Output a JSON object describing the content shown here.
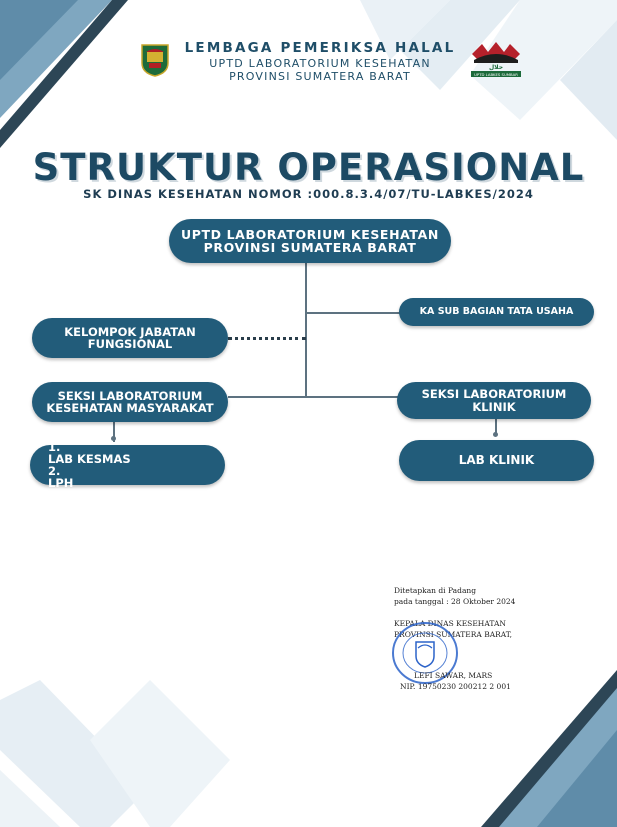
{
  "header": {
    "line1": "LEMBAGA PEMERIKSA HALAL",
    "line2": "UPTD LABORATORIUM KESEHATAN",
    "line3": "PROVINSI SUMATERA BARAT",
    "halal_logo_text": "UPTD LABKES SUMBAR"
  },
  "title": "STRUKTUR OPERASIONAL",
  "subtitle": "SK DINAS KESEHATAN NOMOR :000.8.3.4/07/TU-LABKES/2024",
  "org": {
    "top": {
      "line1": "UPTD LABORATORIUM KESEHATAN",
      "line2": "PROVINSI SUMATERA BARAT"
    },
    "tata_usaha": "KA SUB BAGIAN TATA USAHA",
    "fungsional": {
      "line1": "KELOMPOK JABATAN",
      "line2": "FUNGSIONAL"
    },
    "kesmas": {
      "line1": "SEKSI LABORATORIUM",
      "line2": "KESEHATAN MASYARAKAT"
    },
    "klinik": {
      "line1": "SEKSI LABORATORIUM",
      "line2": "KLINIK"
    },
    "kesmas_units": [
      "LAB KESMAS",
      "LPH"
    ],
    "lab_klinik": "LAB KLINIK"
  },
  "signature": {
    "line1": "Ditetapkan di Padang",
    "line2": "pada tanggal  : 28 Oktober 2024",
    "line3": "KEPALA DINAS KESEHATAN",
    "line4": "PROVINSI SUMATERA BARAT,",
    "name": "LEFI SAWAR, MARS",
    "nip": "NIP. 19750230 200212 2 001"
  },
  "colors": {
    "primary": "#225c7a",
    "title": "#1d4a64",
    "deco_dark": "#2b5670",
    "deco_light": "#e6eef4"
  }
}
